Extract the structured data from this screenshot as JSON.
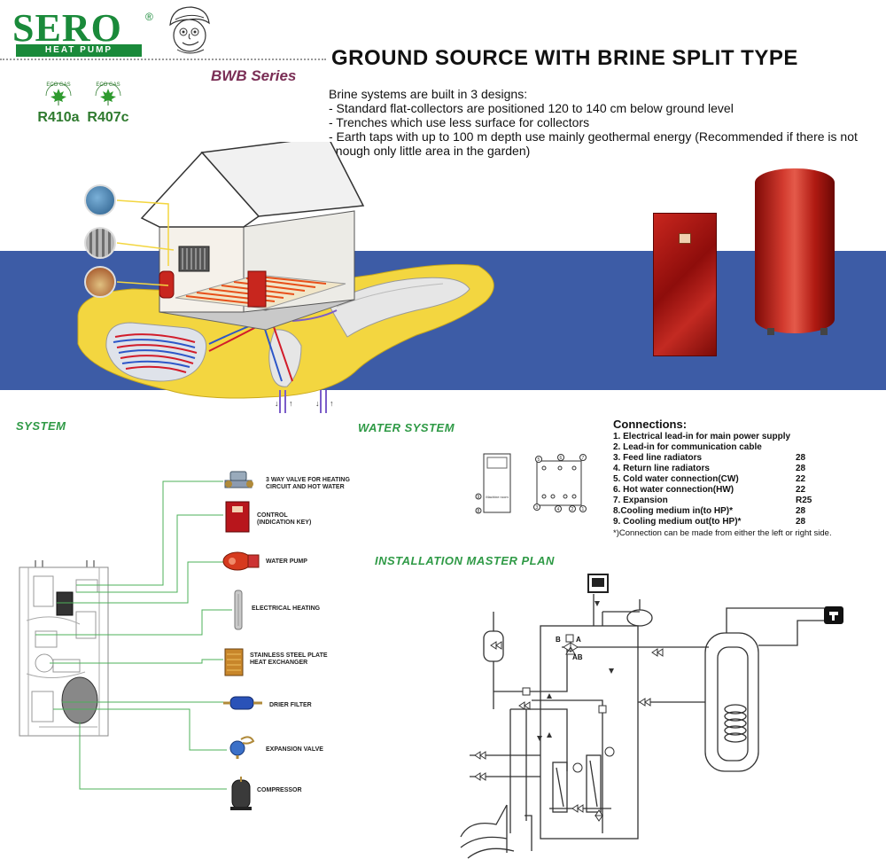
{
  "header": {
    "logo": "SERO",
    "logo_registered": "®",
    "logo_sub": "HEAT PUMP",
    "title": "GROUND SOURCE WITH BRINE SPLIT TYPE",
    "series": "BWB Series"
  },
  "eco_labels": [
    {
      "badge": "ECO GAS",
      "label": "R410a",
      "icon": "maple-leaf-icon"
    },
    {
      "badge": "ECO GAS",
      "label": "R407c",
      "icon": "maple-leaf-icon"
    }
  ],
  "intro": {
    "heading": "Brine systems are built in 3 designs:",
    "lines": [
      "- Standard flat-collectors are positioned 120 to 140 cm below ground level",
      "- Trenches which use less surface for collectors",
      "- Earth taps with up to 100 m depth use mainly geothermal energy (Recommended if there is not enough only little area in the garden)"
    ]
  },
  "sections": {
    "system": "SYSTEM",
    "water_system": "WATER SYSTEM",
    "installation": "INSTALLATION MASTER PLAN"
  },
  "system_components": [
    {
      "label": "3 WAY VALVE FOR HEATING CIRCUIT AND HOT WATER",
      "line1": "3 WAY VALVE FOR HEATING",
      "line2": "CIRCUIT AND HOT WATER",
      "icon": "three-way-valve-icon"
    },
    {
      "label": "CONTROL (INDICATION KEY)",
      "line1": "CONTROL",
      "line2": "(INDICATION KEY)",
      "icon": "control-panel-icon"
    },
    {
      "label": "WATER PUMP",
      "line1": "WATER PUMP",
      "line2": "",
      "icon": "water-pump-icon"
    },
    {
      "label": "ELECTRICAL HEATING",
      "line1": "ELECTRICAL HEATING",
      "line2": "",
      "icon": "electric-heater-icon"
    },
    {
      "label": "STAINLESS STEEL PLATE HEAT EXCHANGER",
      "line1": "STAINLESS STEEL PLATE",
      "line2": "HEAT EXCHANGER",
      "icon": "plate-heat-exchanger-icon"
    },
    {
      "label": "DRIER FILTER",
      "line1": "DRIER FILTER",
      "line2": "",
      "icon": "drier-filter-icon"
    },
    {
      "label": "EXPANSION VALVE",
      "line1": "EXPANSION VALVE",
      "line2": "",
      "icon": "expansion-valve-icon"
    },
    {
      "label": "COMPRESSOR",
      "line1": "COMPRESSOR",
      "line2": "",
      "icon": "compressor-icon"
    }
  ],
  "connections": {
    "title": "Connections:",
    "items": [
      {
        "text": "1. Electrical lead-in for main power supply",
        "value": ""
      },
      {
        "text": "2. Lead-in for communication cable",
        "value": ""
      },
      {
        "text": "3. Feed line radiators",
        "value": "28"
      },
      {
        "text": "4. Return line radiators",
        "value": "28"
      },
      {
        "text": "5. Cold water connection(CW)",
        "value": "22"
      },
      {
        "text": "6. Hot water connection(HW)",
        "value": "22"
      },
      {
        "text": "7. Expansion",
        "value": "R25"
      },
      {
        "text": "8.Cooling medium in(to HP)*",
        "value": "28"
      },
      {
        "text": "9. Cooling medium out(to HP)*",
        "value": "28"
      }
    ],
    "note": "*)Connection can be made from either the left or right side."
  },
  "water_system_diagram": {
    "unit_label": "Machine room",
    "ports": [
      "1",
      "2",
      "3",
      "4",
      "5",
      "6",
      "7",
      "8",
      "9"
    ]
  },
  "installation_plan": {
    "valve_labels": [
      "B",
      "A",
      "AB"
    ]
  },
  "colors": {
    "brand_green": "#1a8a3a",
    "section_green": "#2f9a46",
    "series_purple": "#7a2e55",
    "sea_blue": "#3d5ca6",
    "ground_yellow": "#f3d640",
    "product_red": "#c8261e"
  }
}
